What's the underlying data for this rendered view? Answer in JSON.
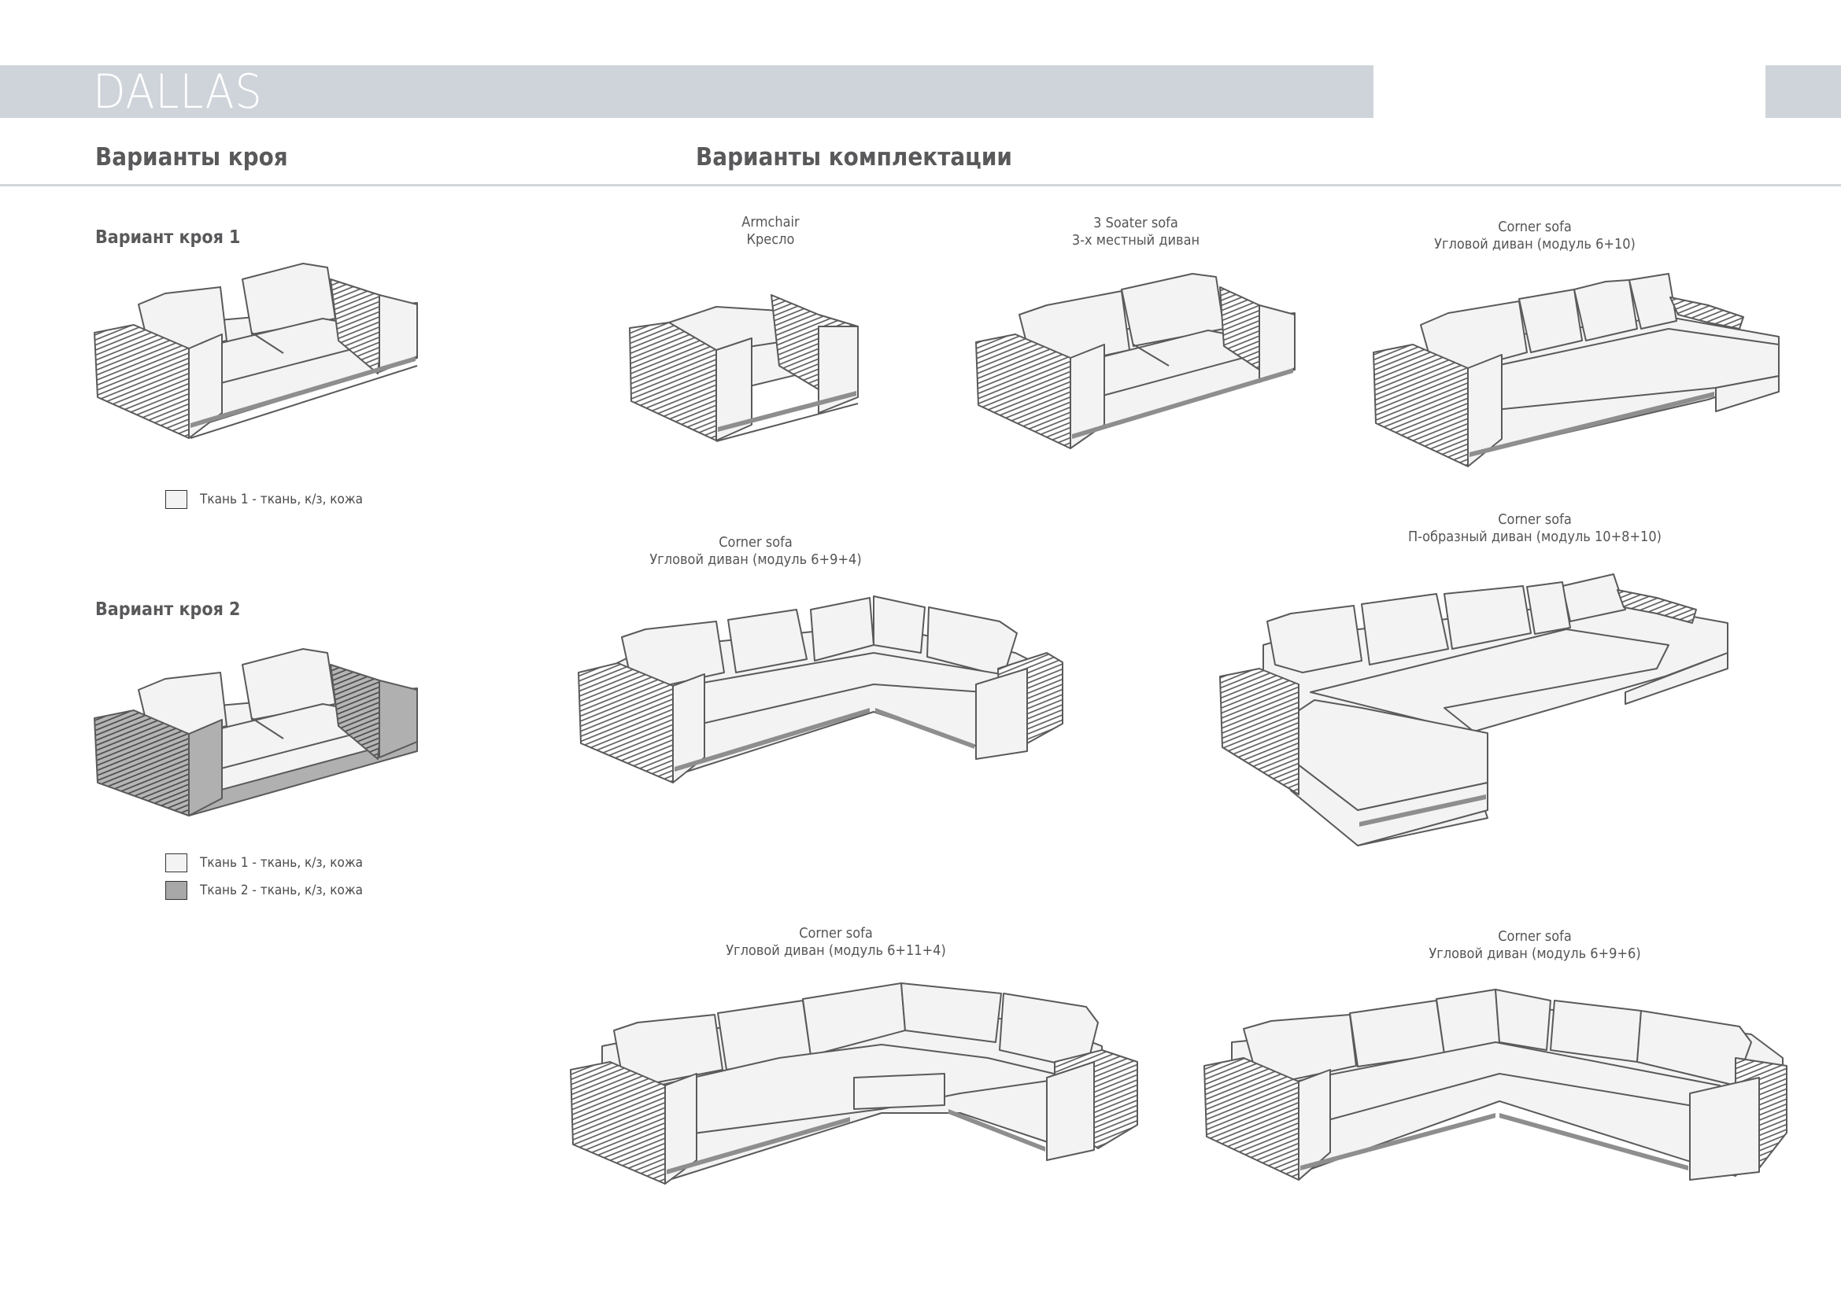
{
  "header": {
    "brand": "DALLAS",
    "left_section_title": "Варианты кроя",
    "right_section_title": "Варианты комплектации"
  },
  "cut_variants": [
    {
      "title": "Вариант кроя 1",
      "legend": [
        {
          "swatch": "light",
          "text": "Ткань 1  - ткань, к/з, кожа"
        }
      ]
    },
    {
      "title": "Вариант кроя 2",
      "legend": [
        {
          "swatch": "light",
          "text": "Ткань 1  - ткань, к/з, кожа"
        },
        {
          "swatch": "grey",
          "text": "Ткань 2  - ткань, к/з, кожа"
        }
      ]
    }
  ],
  "configurations": [
    {
      "name_en": "Armchair",
      "name_ru": "Кресло",
      "icon": "armchair-drawing"
    },
    {
      "name_en": "3 Soater sofa",
      "name_ru": "3-х местный диван",
      "icon": "three-seater-sofa-drawing"
    },
    {
      "name_en": "Corner sofa",
      "name_ru": "Угловой диван (модуль 6+10)",
      "icon": "corner-sofa-chaise-drawing"
    },
    {
      "name_en": "Corner sofa",
      "name_ru": "Угловой диван (модуль 6+9+4)",
      "icon": "corner-sofa-drawing"
    },
    {
      "name_en": "Corner sofa",
      "name_ru": "П-образный диван (модуль 10+8+10)",
      "icon": "u-shaped-sofa-drawing"
    },
    {
      "name_en": "Corner sofa",
      "name_ru": "Угловой диван (модуль 6+11+4)",
      "icon": "corner-sofa-wide-drawing"
    },
    {
      "name_en": "Corner sofa",
      "name_ru": "Угловой диван (модуль 6+9+6)",
      "icon": "corner-sofa-long-drawing"
    }
  ],
  "colors": {
    "title_bar": "#cfd4da",
    "fabric_1": "#f3f3f3",
    "fabric_2": "#a8a8a8",
    "text": "#59595b"
  }
}
